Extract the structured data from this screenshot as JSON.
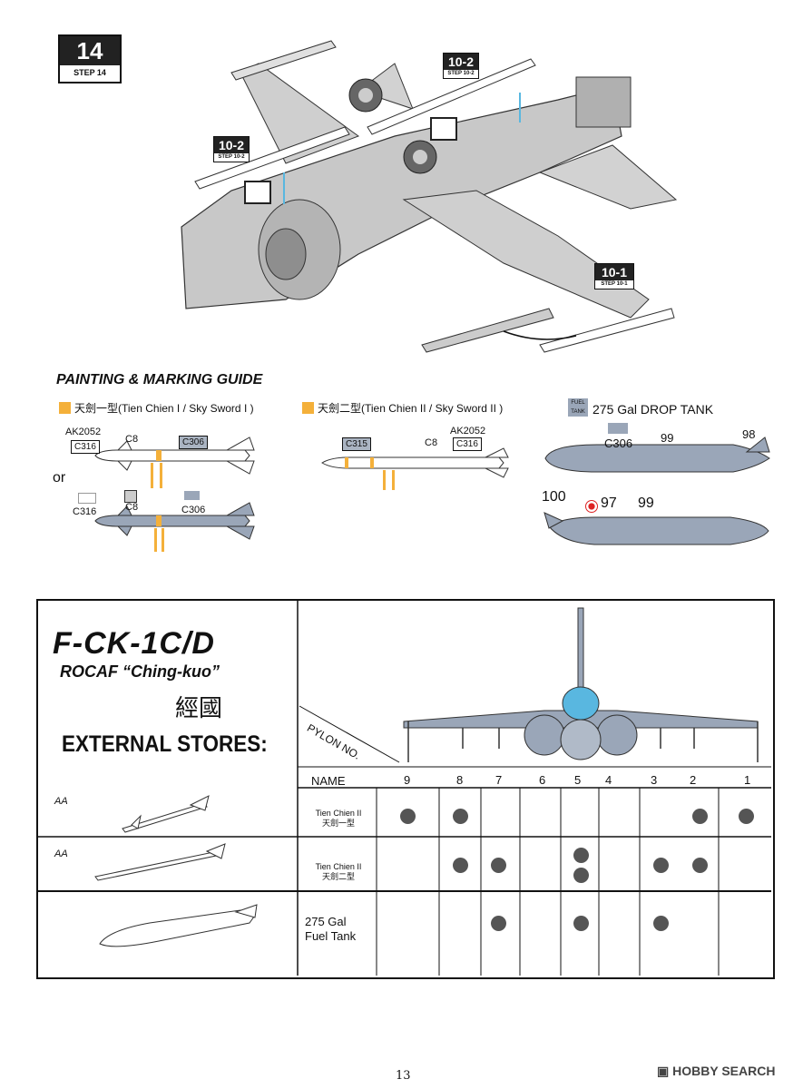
{
  "step": {
    "number": "14",
    "label": "STEP 14"
  },
  "callouts": [
    {
      "id": "10-2-top",
      "number": "10-2",
      "sub": "STEP 10-2"
    },
    {
      "id": "10-2-left",
      "number": "10-2",
      "sub": "STEP 10-2"
    },
    {
      "id": "10-1",
      "number": "10-1",
      "sub": "STEP 10-1"
    }
  ],
  "guide": {
    "title": "PAINTING & MARKING GUIDE",
    "legend1": "天劍一型(Tien Chien I / Sky Sword I )",
    "legend2": "天劍二型(Tien Chien II / Sky Sword II )",
    "fuel_tag": "FUEL TANK",
    "drop_tank": "275 Gal DROP TANK",
    "swatch_color": "#f4b03a",
    "tank_color": "#9aa6b8",
    "labels": {
      "ak2052_a": "AK2052",
      "c316_a": "C316",
      "c8_a": "C8",
      "c306_a": "C306",
      "or": "or",
      "c316_b": "C316",
      "c8_b": "C8",
      "c306_b": "C306",
      "c315": "C315",
      "c8_c": "C8",
      "ak2052_c": "AK2052",
      "c316_c": "C316",
      "c306_t": "C306",
      "d99a": "99",
      "d98": "98",
      "d100": "100",
      "d97": "97",
      "d99b": "99"
    }
  },
  "stores": {
    "title": "F-CK-1C/D",
    "subtitle": "ROCAF “Ching-kuo”",
    "chinese": "經國",
    "heading": "EXTERNAL STORES:",
    "pylon_label": "PYLON NO.",
    "name_label": "NAME",
    "pylons": [
      "9",
      "8",
      "7",
      "6",
      "5",
      "4",
      "3",
      "2",
      "1"
    ],
    "rows": [
      {
        "tag": "AA",
        "name1": "Tien Chien II",
        "name2": "天劍一型",
        "loads": [
          1,
          1,
          0,
          0,
          0,
          0,
          0,
          1,
          1
        ]
      },
      {
        "tag": "AA",
        "name1": "Tien Chien II",
        "name2": "天劍二型",
        "loads": [
          0,
          1,
          1,
          0,
          2,
          0,
          1,
          1,
          0
        ]
      },
      {
        "tag": "",
        "name1": "275 Gal",
        "name2": "Fuel Tank",
        "loads": [
          0,
          0,
          1,
          0,
          1,
          0,
          1,
          0,
          0
        ]
      }
    ]
  },
  "footer": {
    "page": "13",
    "watermark": "HOBBY SEARCH"
  }
}
